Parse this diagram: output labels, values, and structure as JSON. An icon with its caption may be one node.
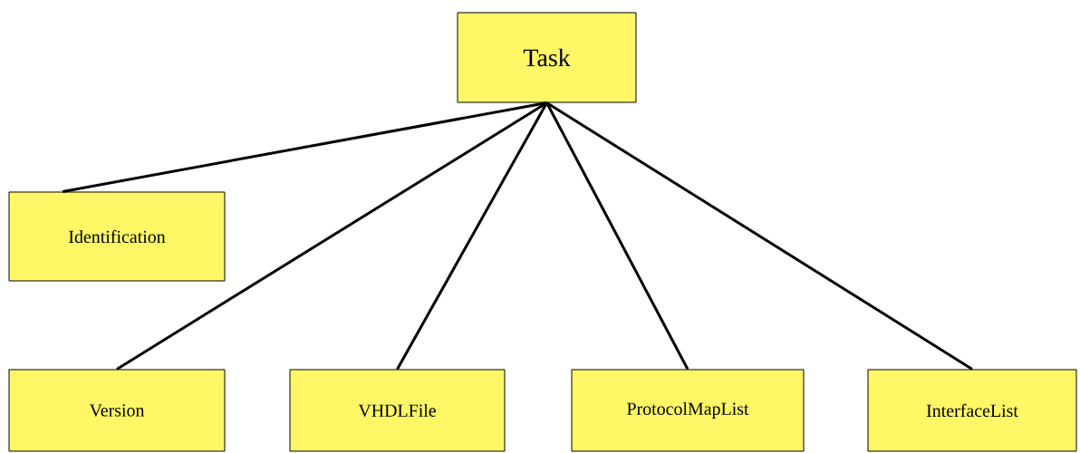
{
  "diagram": {
    "nodes": [
      {
        "text": [
          "Task"
        ]
      },
      {
        "text": [
          "Identification"
        ]
      },
      {
        "text": [
          "Version"
        ]
      },
      {
        "text": [
          "VHDLFile"
        ]
      },
      {
        "text": [
          "ProtocolMapList"
        ]
      },
      {
        "text": [
          "InterfaceList"
        ]
      }
    ],
    "edges": [
      {
        "from": 0,
        "to": 1,
        "arrow": "none"
      },
      {
        "from": 0,
        "to": 2,
        "arrow": "none"
      },
      {
        "from": 0,
        "to": 3,
        "arrow": "none"
      },
      {
        "from": 0,
        "to": 4,
        "arrow": "none"
      },
      {
        "from": 0,
        "to": 5,
        "arrow": "none"
      }
    ]
  }
}
